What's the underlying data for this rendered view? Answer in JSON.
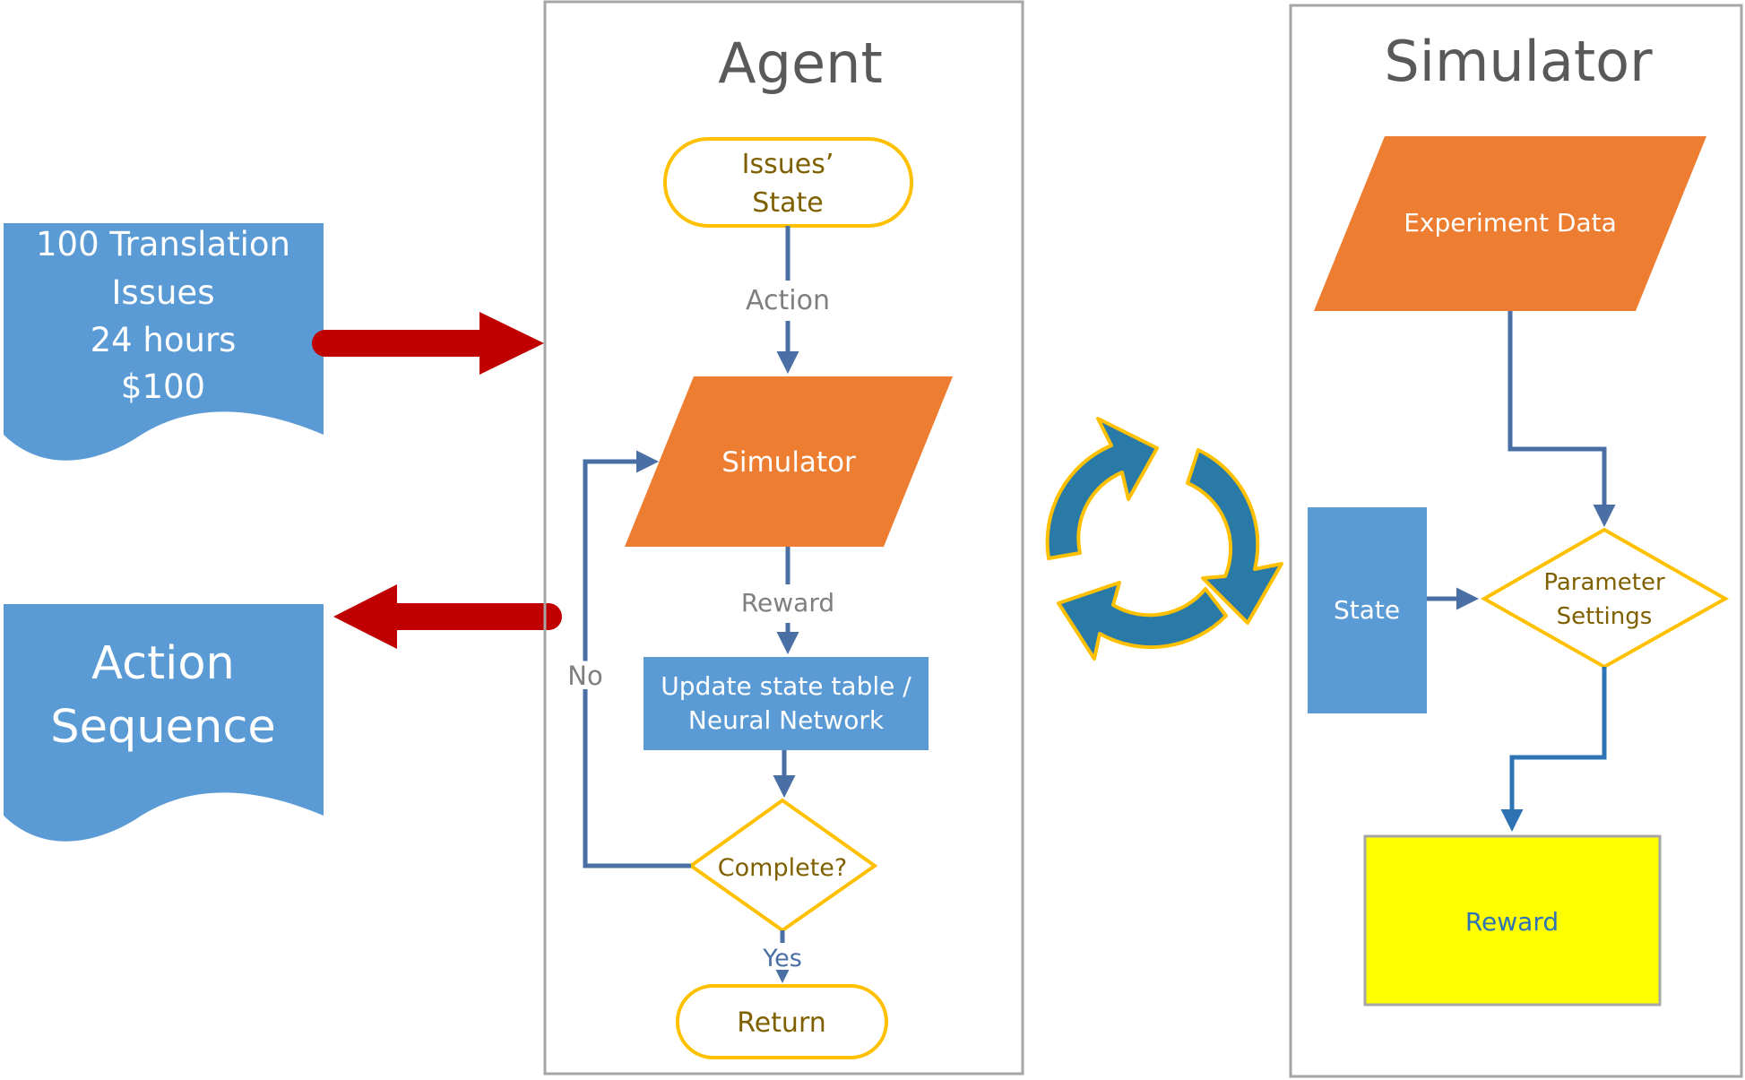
{
  "colors": {
    "blue_shape": "#5b9bd5",
    "orange_shape": "#ed7d31",
    "gold_outline": "#ffc000",
    "connector": "#4a6fa5",
    "red_arrow": "#c00000",
    "frame": "#a6a6a6",
    "reward_fill": "#ffff00",
    "cycle_blue": "#2a7aa8",
    "olive_text": "#7f6000",
    "gray_text": "#7f7f7f"
  },
  "input_doc": {
    "line1": "100 Translation",
    "line2": "Issues",
    "line3": "24 hours",
    "line4": "$100"
  },
  "output_doc": {
    "line1": "Action",
    "line2": "Sequence"
  },
  "agent": {
    "title": "Agent",
    "start_line1": "Issues’",
    "start_line2": "State",
    "action_label": "Action",
    "simulator_label": "Simulator",
    "reward_label": "Reward",
    "update_line1": "Update state table /",
    "update_line2": "Neural Network",
    "decision_label": "Complete?",
    "no_label": "No",
    "yes_label": "Yes",
    "end_label": "Return"
  },
  "cycle": {
    "icon": "cycle-arrows-icon"
  },
  "simulator": {
    "title": "Simulator",
    "data_label": "Experiment Data",
    "state_label": "State",
    "params_line1": "Parameter",
    "params_line2": "Settings",
    "reward_label": "Reward"
  }
}
